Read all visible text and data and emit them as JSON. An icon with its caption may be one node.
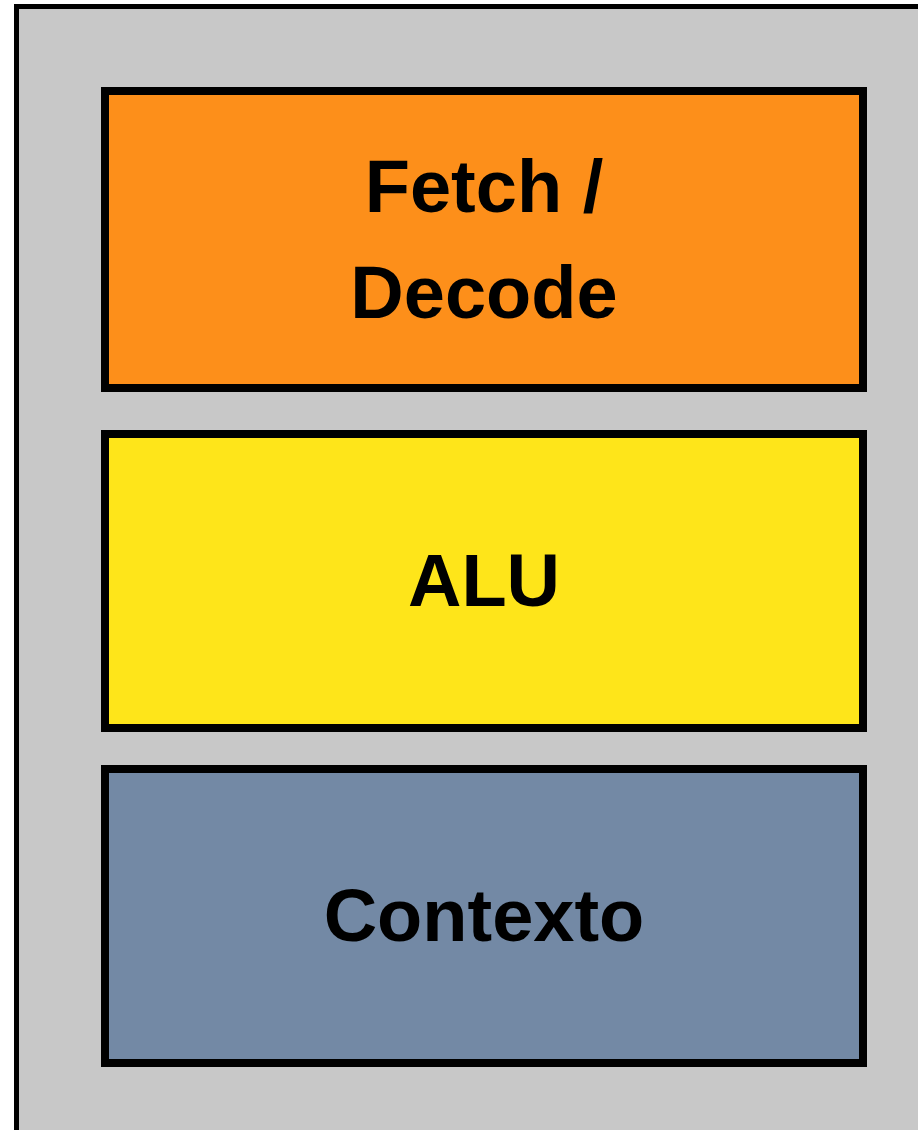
{
  "diagram": {
    "nodes": [
      {
        "text": [],
        "shape": "box"
      },
      {
        "text": [
          "Fetch / Decode"
        ],
        "in": 0
      },
      {
        "text": [
          "ALU"
        ],
        "in": 0
      },
      {
        "text": [
          "Contexto"
        ],
        "in": 0
      }
    ]
  }
}
